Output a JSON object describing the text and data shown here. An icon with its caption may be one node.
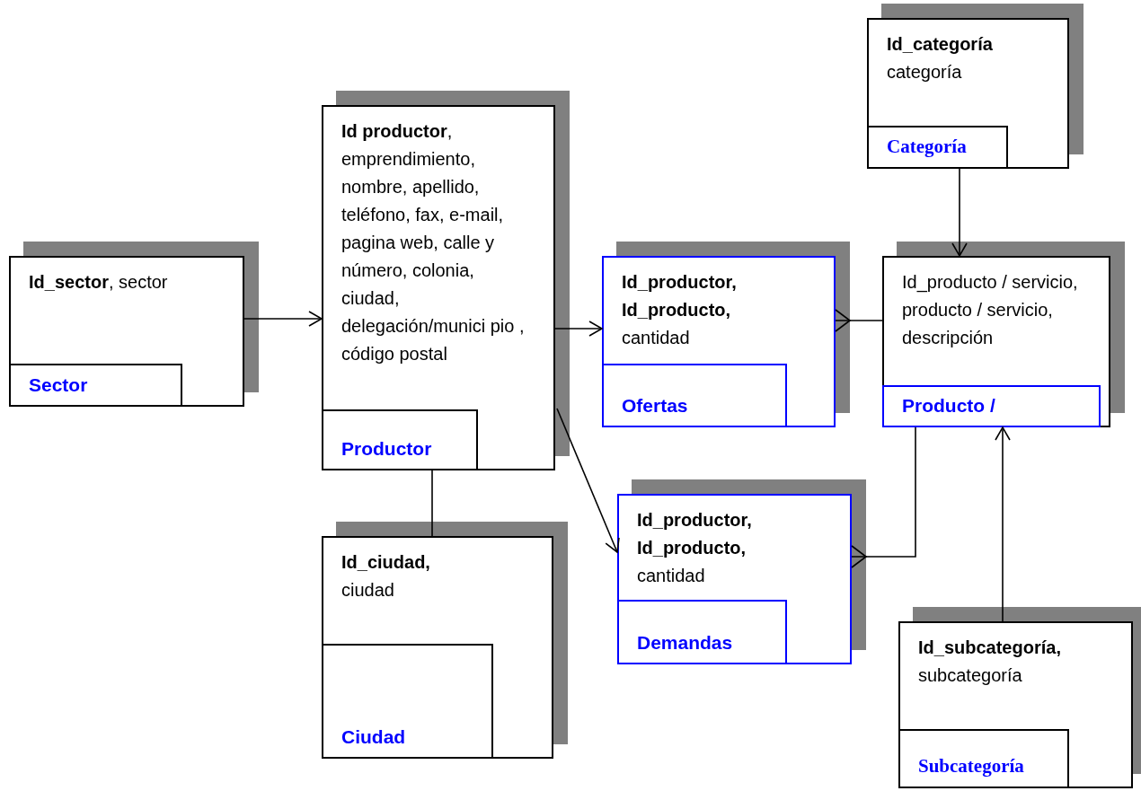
{
  "diagram": {
    "nodes": [
      {
        "text": [
          "**Id_categoría** categoría"
        ]
      },
      {
        "text": [
          "Categoría"
        ],
        "in": 0
      },
      {
        "text": [
          "**Id productor**, emprendimiento, nombre, apellido, teléfono, fax, e-mail, pagina web, calle y número, colonia, ciudad, delegación/munici pio , código postal"
        ]
      },
      {
        "text": [
          "Productor"
        ],
        "in": 2
      },
      {
        "text": [
          "**Id_sector**, sector"
        ]
      },
      {
        "text": [
          "Sector"
        ],
        "in": 4
      },
      {
        "text": [
          "**Id_productor, Id_producto,** cantidad"
        ]
      },
      {
        "text": [
          "Ofertas"
        ],
        "in": 6
      },
      {
        "text": [
          "Id_producto / servicio, producto / servicio, descripción"
        ]
      },
      {
        "text": [
          "Producto /"
        ],
        "in": 8
      },
      {
        "text": [
          "**Id_productor, Id_producto,** cantidad"
        ]
      },
      {
        "text": [
          "Demandas"
        ],
        "in": 10
      },
      {
        "text": [
          "**Id_ciudad,** ciudad"
        ]
      },
      {
        "text": [
          "Ciudad"
        ],
        "in": 12
      },
      {
        "text": [
          "**Id_subcategoría,** subcategoría"
        ]
      },
      {
        "text": [
          "Subcategoría"
        ],
        "in": 14
      }
    ],
    "edges": [
      {
        "from": 4,
        "to": 2,
        "arrow": "to"
      },
      {
        "from": 2,
        "to": 6,
        "arrow": "to"
      },
      {
        "from": 2,
        "to": 10,
        "arrow": "to"
      },
      {
        "from": 6,
        "to": 8,
        "arrow": "other"
      },
      {
        "from": 10,
        "to": 9,
        "arrow": "other"
      },
      {
        "from": 3,
        "to": 12,
        "arrow": "none"
      },
      {
        "from": 1,
        "to": 8,
        "arrow": "to"
      },
      {
        "from": 14,
        "to": 9,
        "arrow": "to"
      }
    ]
  }
}
